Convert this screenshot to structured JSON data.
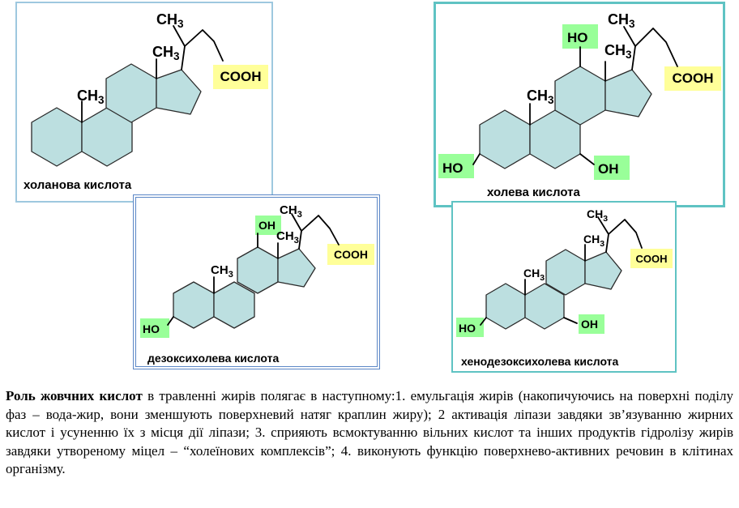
{
  "molecules": [
    {
      "name": "холанова кислота",
      "cooh": "COOH",
      "methyl_top": "CH3",
      "methyl_ring": "CH3",
      "methyl_ring2": "CH3",
      "ho_left": "",
      "oh_bottom": "",
      "oh_top": ""
    },
    {
      "name": "холева кислота",
      "cooh": "COOH",
      "methyl_top": "CH3",
      "methyl_ring": "CH3",
      "methyl_ring2": "CH3",
      "ho_left": "HO",
      "oh_bottom": "OH",
      "oh_top": "HO"
    },
    {
      "name": "дезоксихолева кислота",
      "cooh": "COOH",
      "methyl_top": "CH3",
      "methyl_ring": "CH3",
      "methyl_ring2": "CH3",
      "ho_left": "HO",
      "oh_bottom": "",
      "oh_top": "OH"
    },
    {
      "name": "хенодезоксихолева кислота",
      "cooh": "COOH",
      "methyl_top": "CH3",
      "methyl_ring": "CH3",
      "methyl_ring2": "CH3",
      "ho_left": "HO",
      "oh_bottom": "OH",
      "oh_top": ""
    }
  ],
  "colors": {
    "ring_fill": "#bcdfe0",
    "cooh_highlight": "#ffff99",
    "hydroxyl_highlight": "#99ff99",
    "frame_teal": "#5fc3c3",
    "frame_blue": "#5a86c6"
  },
  "paragraph": {
    "bold": "Роль жовчних кислот",
    "text": " в травленні жирів полягає в наступному:1. емульгація жирів (накопичуючись на поверхні поділу фаз – вода-жир, вони зменшують поверхневий натяг краплин жиру); 2 активація  ліпази завдяки зв’язуванню жирних кислот і усуненню їх з місця дії ліпази; 3. сприяють всмоктуванню вільних кислот та інших продуктів гідролізу жирів завдяки утвореному міцел – “холеїнових комплексів”; 4. виконують функцію поверхнево-активних речовин в клітинах організму."
  }
}
